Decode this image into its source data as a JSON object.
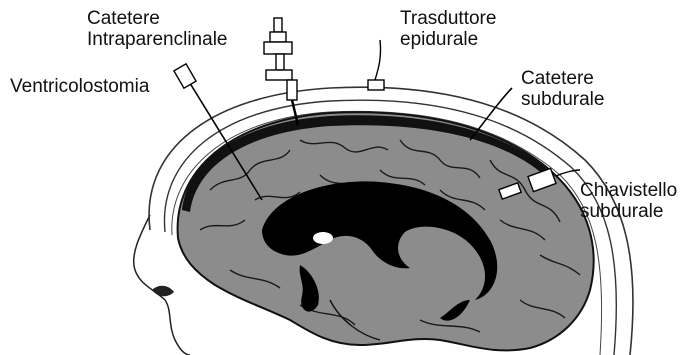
{
  "labels": {
    "catetere_intraparenchimale": [
      "Catetere",
      "Intraparenclinale"
    ],
    "trasduttore_epidurale": [
      "Trasduttore",
      "epidurale"
    ],
    "ventricolostomia": "Ventricolostomia",
    "catetere_subdurale": [
      "Catetere",
      "subdurale"
    ],
    "chiavistello_subdurale": [
      "Chiavistello",
      "subdurale"
    ]
  },
  "colors": {
    "brain": "#8c8c8c",
    "ventricle": "#000000",
    "skull": "#ffffff",
    "outline": "#111111"
  }
}
